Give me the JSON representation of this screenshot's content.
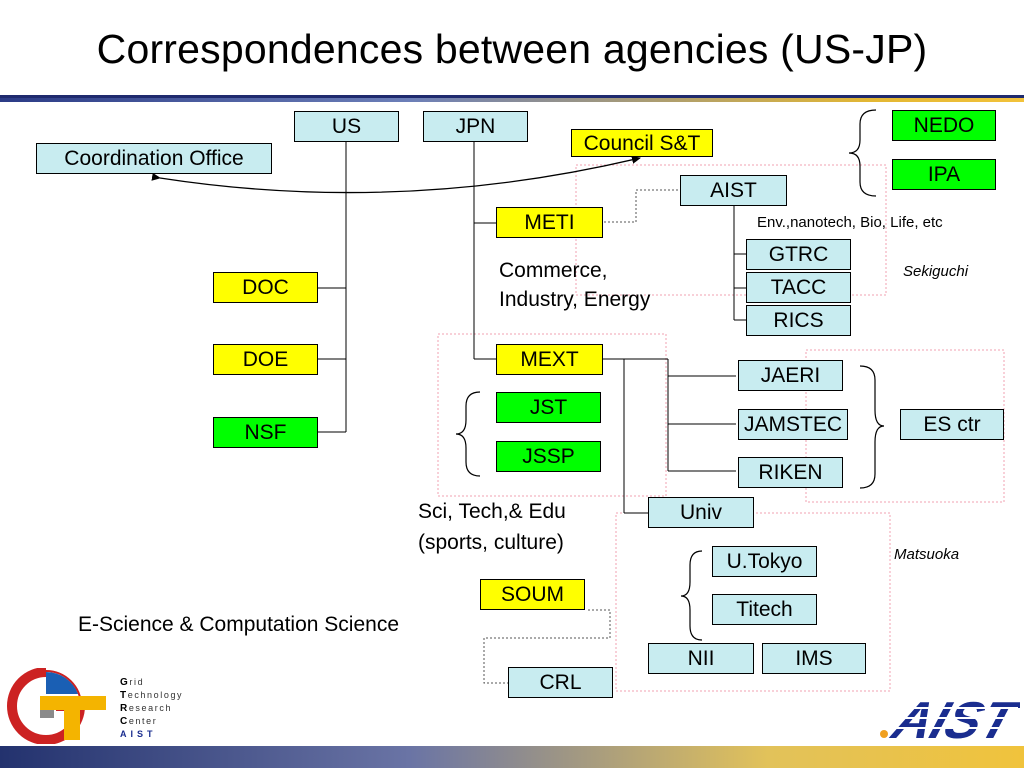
{
  "title": "Correspondences between agencies (US-JP)",
  "colors": {
    "box_blue": "#c8ecf0",
    "box_yellow": "#ffff00",
    "box_green": "#00ff00",
    "rule_navy": "#1f2a6e",
    "rule_gold": "#f2c23a"
  },
  "nodes": {
    "us": "US",
    "jpn": "JPN",
    "coordination_office": "Coordination Office",
    "council": "Council S&T",
    "nedo": "NEDO",
    "ipa": "IPA",
    "aist": "AIST",
    "meti": "METI",
    "gtrc": "GTRC",
    "tacc": "TACC",
    "rics": "RICS",
    "doc": "DOC",
    "doe": "DOE",
    "nsf": "NSF",
    "mext": "MEXT",
    "jaeri": "JAERI",
    "jamstec": "JAMSTEC",
    "riken": "RIKEN",
    "es_ctr": "ES ctr",
    "jst": "JST",
    "jssp": "JSSP",
    "univ": "Univ",
    "utokyo": "U.Tokyo",
    "titech": "Titech",
    "nii": "NII",
    "ims": "IMS",
    "soum": "SOUM",
    "crl": "CRL"
  },
  "labels": {
    "aist_fields": "Env.,nanotech, Bio, Life, etc",
    "meti_line1": "Commerce,",
    "meti_line2": "Industry, Energy",
    "mext_line1": "Sci, Tech,& Edu",
    "mext_line2": "(sports, culture)",
    "sekiguchi": "Sekiguchi",
    "matsuoka": "Matsuoka",
    "escience": "E-Science & Computation Science"
  },
  "logos": {
    "gtrc_lines": [
      "Grid",
      "Technology",
      "Research",
      "Center"
    ],
    "gtrc_footer": "AIST",
    "aist": "AIST"
  }
}
